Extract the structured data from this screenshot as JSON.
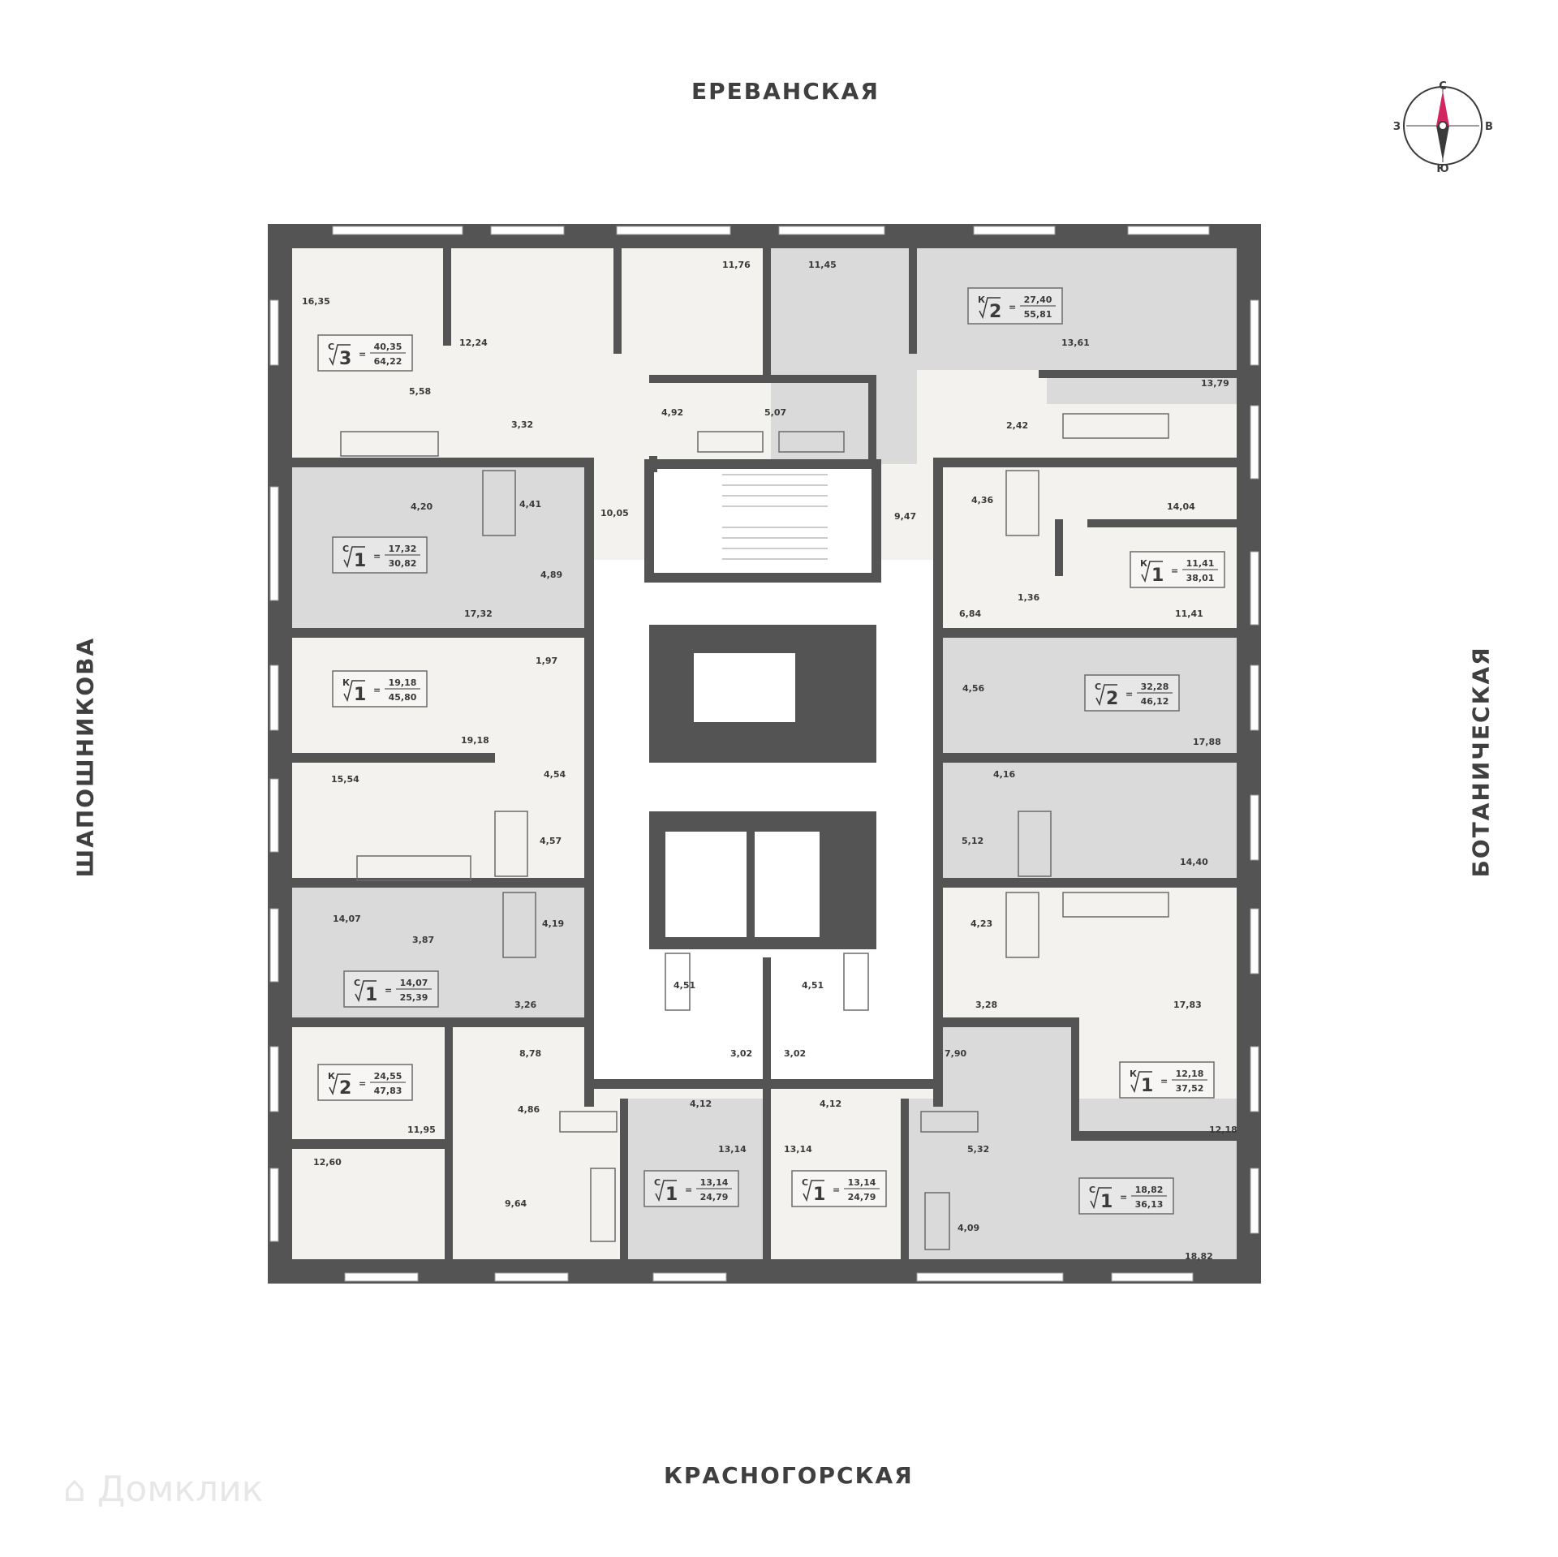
{
  "streets": {
    "north": "ЕРЕВАНСКАЯ",
    "south": "КРАСНОГОРСКАЯ",
    "west": "ШАПОШНИКОВА",
    "east": "БОТАНИЧЕСКАЯ"
  },
  "compass": {
    "north": "С",
    "south": "Ю",
    "west": "З",
    "east": "В"
  },
  "watermark": "Домклик",
  "colors": {
    "wall": "#545454",
    "light_room": "#f3f2ef",
    "dark_room": "#dadada",
    "line": "#6b6b6b"
  },
  "apartments": [
    {
      "type": "С",
      "rooms": "3",
      "living": "40,35",
      "total": "64,22"
    },
    {
      "type": "С",
      "rooms": "1",
      "living": "17,32",
      "total": "30,82"
    },
    {
      "type": "К",
      "rooms": "1",
      "living": "19,18",
      "total": "45,80"
    },
    {
      "type": "С",
      "rooms": "1",
      "living": "14,07",
      "total": "25,39"
    },
    {
      "type": "К",
      "rooms": "2",
      "living": "24,55",
      "total": "47,83"
    },
    {
      "type": "С",
      "rooms": "1",
      "living": "13,14",
      "total": "24,79"
    },
    {
      "type": "С",
      "rooms": "1",
      "living": "13,14",
      "total": "24,79"
    },
    {
      "type": "С",
      "rooms": "1",
      "living": "18,82",
      "total": "36,13"
    },
    {
      "type": "К",
      "rooms": "1",
      "living": "12,18",
      "total": "37,52"
    },
    {
      "type": "С",
      "rooms": "2",
      "living": "32,28",
      "total": "46,12"
    },
    {
      "type": "К",
      "rooms": "1",
      "living": "11,41",
      "total": "38,01"
    },
    {
      "type": "К",
      "rooms": "2",
      "living": "27,40",
      "total": "55,81"
    }
  ],
  "room_areas": [
    "16,35",
    "12,24",
    "11,76",
    "11,45",
    "13,61",
    "13,79",
    "5,58",
    "3,32",
    "4,92",
    "5,07",
    "2,42",
    "4,20",
    "4,41",
    "10,05",
    "9,47",
    "4,36",
    "14,04",
    "4,89",
    "17,32",
    "6,84",
    "1,36",
    "11,41",
    "1,97",
    "4,56",
    "17,88",
    "19,18",
    "15,54",
    "4,54",
    "4,16",
    "4,57",
    "5,12",
    "14,40",
    "14,07",
    "3,87",
    "4,19",
    "4,23",
    "4,51",
    "4,51",
    "3,26",
    "3,28",
    "17,83",
    "8,78",
    "3,02",
    "3,02",
    "7,90",
    "11,95",
    "4,86",
    "4,12",
    "4,12",
    "12,18",
    "13,14",
    "13,14",
    "5,32",
    "12,60",
    "9,64",
    "4,09",
    "18,82"
  ]
}
